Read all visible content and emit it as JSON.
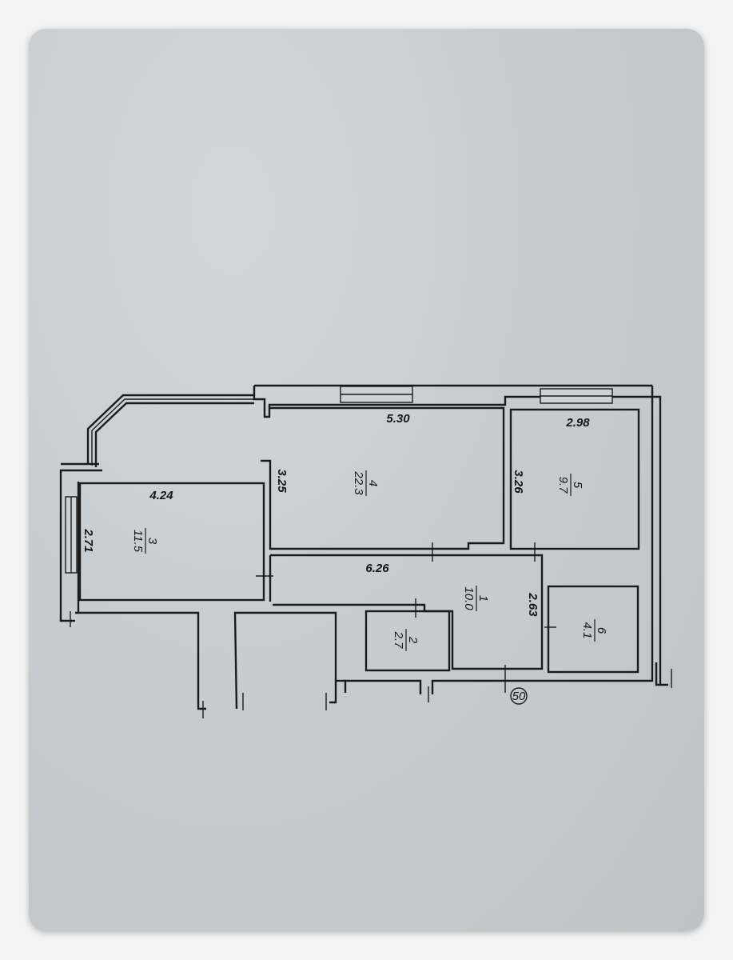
{
  "rooms": [
    {
      "id": "1",
      "number": "1",
      "area": "10.0"
    },
    {
      "id": "2",
      "number": "2",
      "area": "2.7"
    },
    {
      "id": "3",
      "number": "3",
      "area": "11.5"
    },
    {
      "id": "4",
      "number": "4",
      "area": "22.3"
    },
    {
      "id": "5",
      "number": "5",
      "area": "9.7"
    },
    {
      "id": "6",
      "number": "6",
      "area": "4.1"
    }
  ],
  "dimensions": {
    "room4_width": "5.30",
    "room4_depth": "3.25",
    "room5_width": "2.98",
    "room5_depth": "3.26",
    "room3_width": "4.24",
    "room3_depth": "2.71",
    "hall_length": "6.26",
    "hall_depth": "2.63"
  },
  "marker": "50"
}
